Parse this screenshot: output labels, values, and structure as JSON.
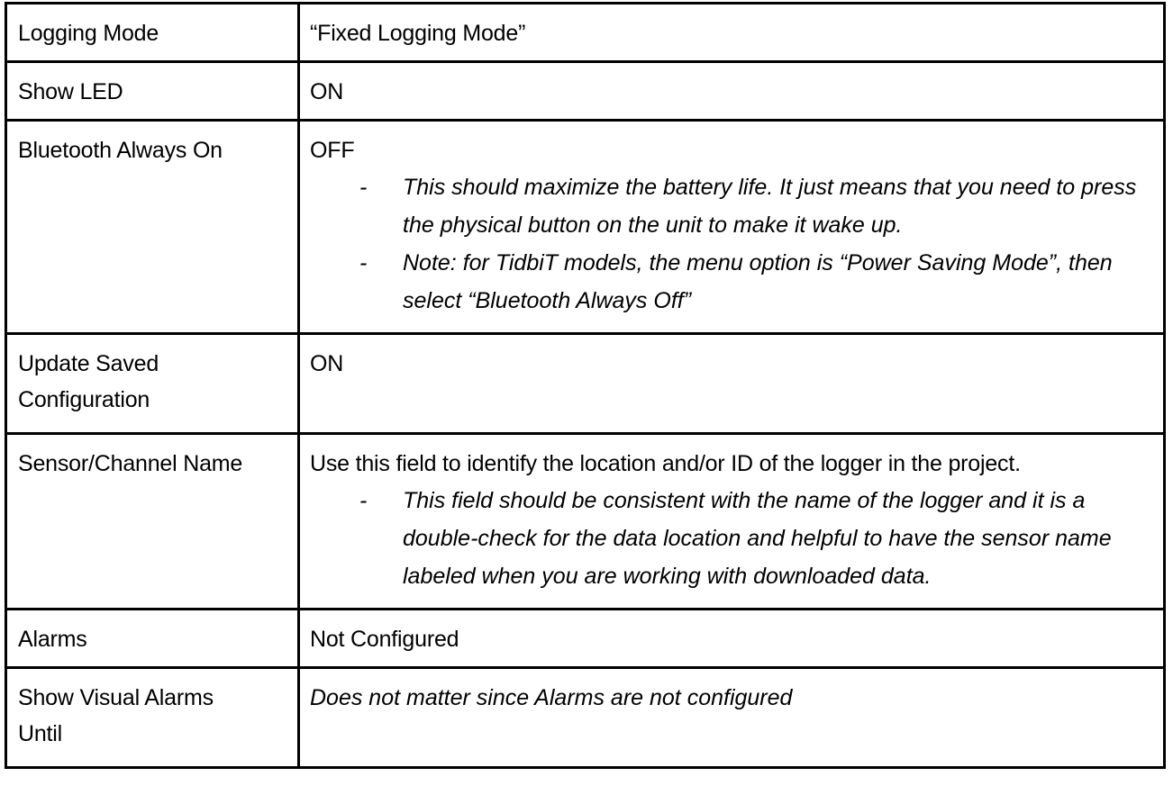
{
  "document": {
    "type": "settings-table",
    "rows": [
      {
        "label": "Logging Mode",
        "value": "“Fixed Logging Mode”",
        "notes": []
      },
      {
        "label": "Show LED",
        "value": "ON",
        "notes": []
      },
      {
        "label": "Bluetooth Always On",
        "value": "OFF",
        "notes": [
          "This should maximize the battery life.  It just means that you need to press the physical button on the unit to make it wake up.",
          "Note: for TidbiT models, the menu option is “Power Saving Mode”, then select “Bluetooth Always Off”"
        ]
      },
      {
        "label": "Update Saved\nConfiguration",
        "value": "ON",
        "notes": []
      },
      {
        "label": "Sensor/Channel Name",
        "value": "Use this field to identify the location and/or ID of the logger in the project.",
        "notes": [
          "This field should be consistent with the name of the logger and it is a double-check for the data location and helpful to have the sensor name labeled when you are working with downloaded data."
        ]
      },
      {
        "label": "Alarms",
        "value": "Not Configured",
        "notes": []
      },
      {
        "label": "Show Visual Alarms\nUntil",
        "value": "Does not matter since Alarms are not configured",
        "notes": []
      }
    ],
    "bullet_marker": "-",
    "colors": {
      "border": "#000000",
      "text": "#000000",
      "background": "#ffffff"
    }
  }
}
